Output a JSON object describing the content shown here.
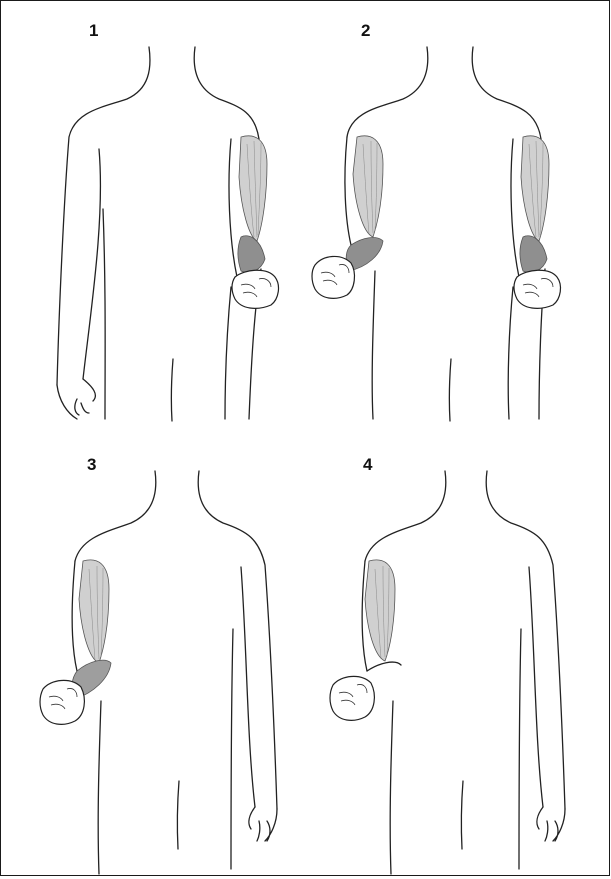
{
  "colors": {
    "line": "#222222",
    "muscle_contracted": "#a9a9a9",
    "muscle_relaxed": "#d0d0d0",
    "background": "#ffffff"
  },
  "panels": [
    {
      "number": "1"
    },
    {
      "number": "2"
    },
    {
      "number": "3"
    },
    {
      "number": "4"
    }
  ]
}
